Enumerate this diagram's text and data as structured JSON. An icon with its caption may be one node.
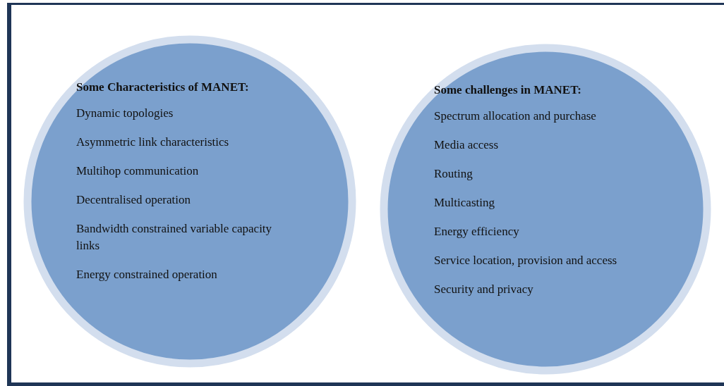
{
  "diagram": {
    "nodes": [
      {
        "text": [
          "Some Characteristics of MANET:",
          "Dynamic topologies",
          "Asymmetric link characteristics",
          "Multihop communication",
          "Decentralised operation",
          "Bandwidth constrained variable capacity links",
          "Energy constrained operation"
        ]
      },
      {
        "text": [
          "Some challenges in MANET:",
          "Spectrum allocation and purchase",
          "Media access",
          "Routing",
          "Multicasting",
          "Energy efficiency",
          "Service location, provision and access",
          "Security and privacy"
        ]
      }
    ]
  }
}
